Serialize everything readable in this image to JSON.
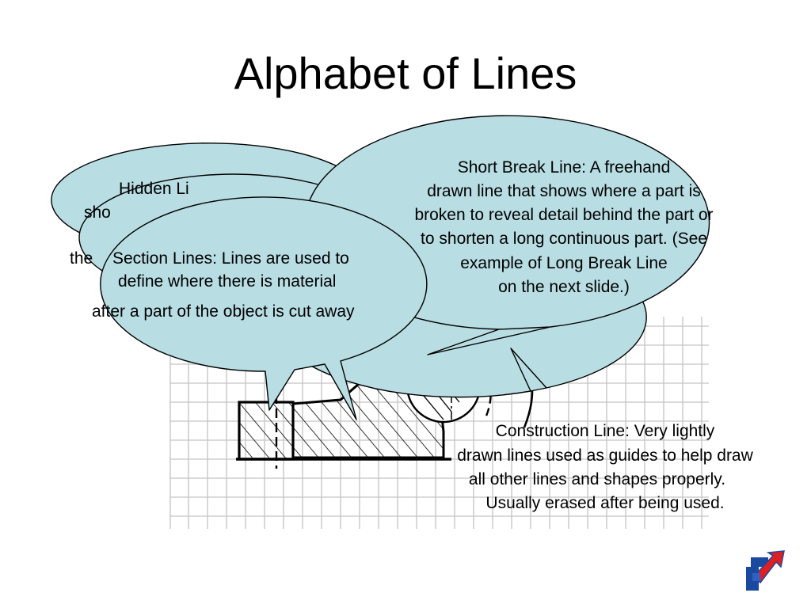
{
  "title": "Alphabet of Lines",
  "colors": {
    "bubble_fill": "#b8dde3",
    "stroke": "#000000",
    "grid": "#c4c4c4"
  },
  "callouts": {
    "hidden_line_fragments": [
      "Hidden Li",
      "sho"
    ],
    "center_line_fragment": "the",
    "section_lines": {
      "line1": "Section Lines: Lines are used to",
      "line2": "define where there is material",
      "line3": "after a part of the object is cut away"
    },
    "short_break_line": {
      "line1": "Short Break Line:  A freehand",
      "line2": "drawn line that shows where a part is",
      "line3": "broken to reveal detail behind the part or",
      "line4": "to shorten a long continuous part.  (See",
      "line5": "example of Long Break Line",
      "line6": "on the next slide.)"
    },
    "construction_line": {
      "line1": "Construction Line: Very lightly",
      "line2": "drawn lines used as guides to help draw",
      "line3": "all other lines and shapes properly.",
      "line4": "Usually erased after being used."
    }
  },
  "icons": {
    "nav_logo": "navigation-arrows-icon"
  }
}
